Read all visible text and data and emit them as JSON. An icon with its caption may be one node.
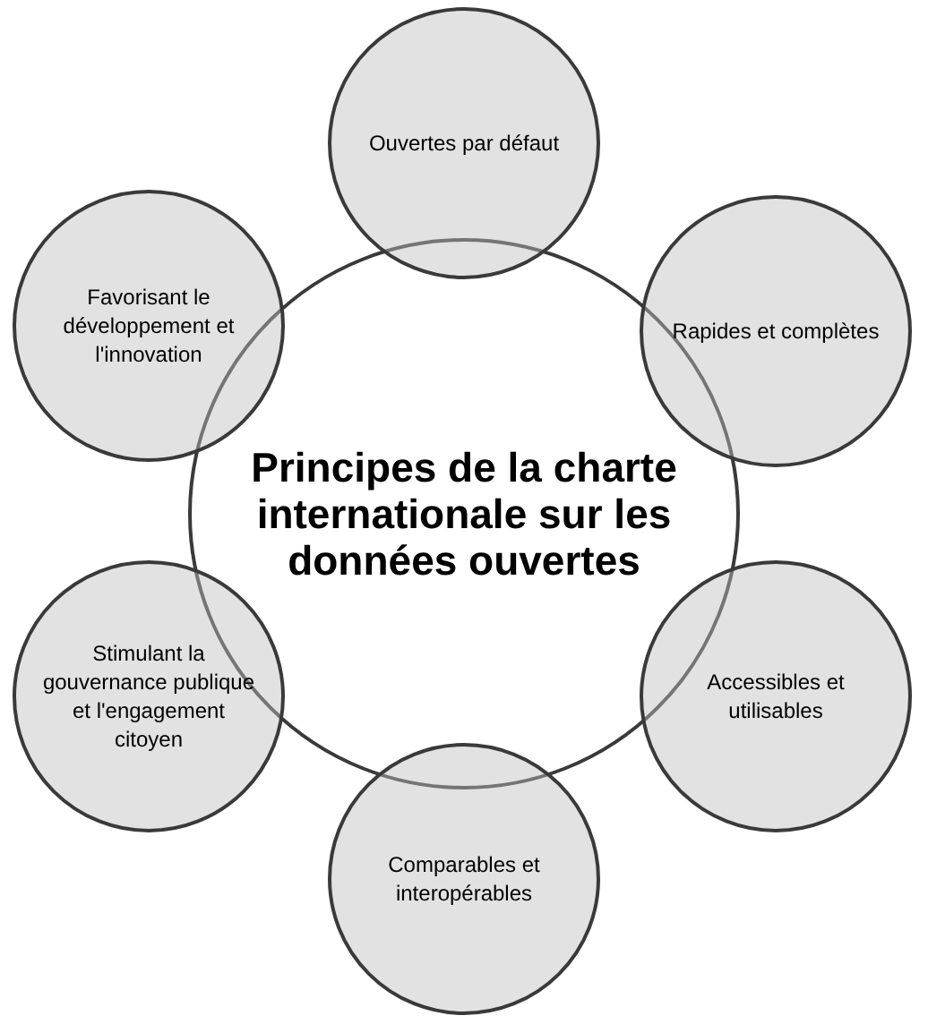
{
  "diagram": {
    "nodes": [
      {
        "text": [
          "Principes de la charte internationale sur les données ouvertes"
        ]
      },
      {
        "text": [
          "Ouvertes par défaut"
        ]
      },
      {
        "text": [
          "Rapides et complètes"
        ]
      },
      {
        "text": [
          "Accessibles et utilisables"
        ]
      },
      {
        "text": [
          "Comparables et interopérables"
        ]
      },
      {
        "text": [
          "Stimulant la gouvernance publique et l'engagement citoyen"
        ]
      },
      {
        "text": [
          "Favorisant le développement et l'innovation"
        ]
      }
    ]
  }
}
